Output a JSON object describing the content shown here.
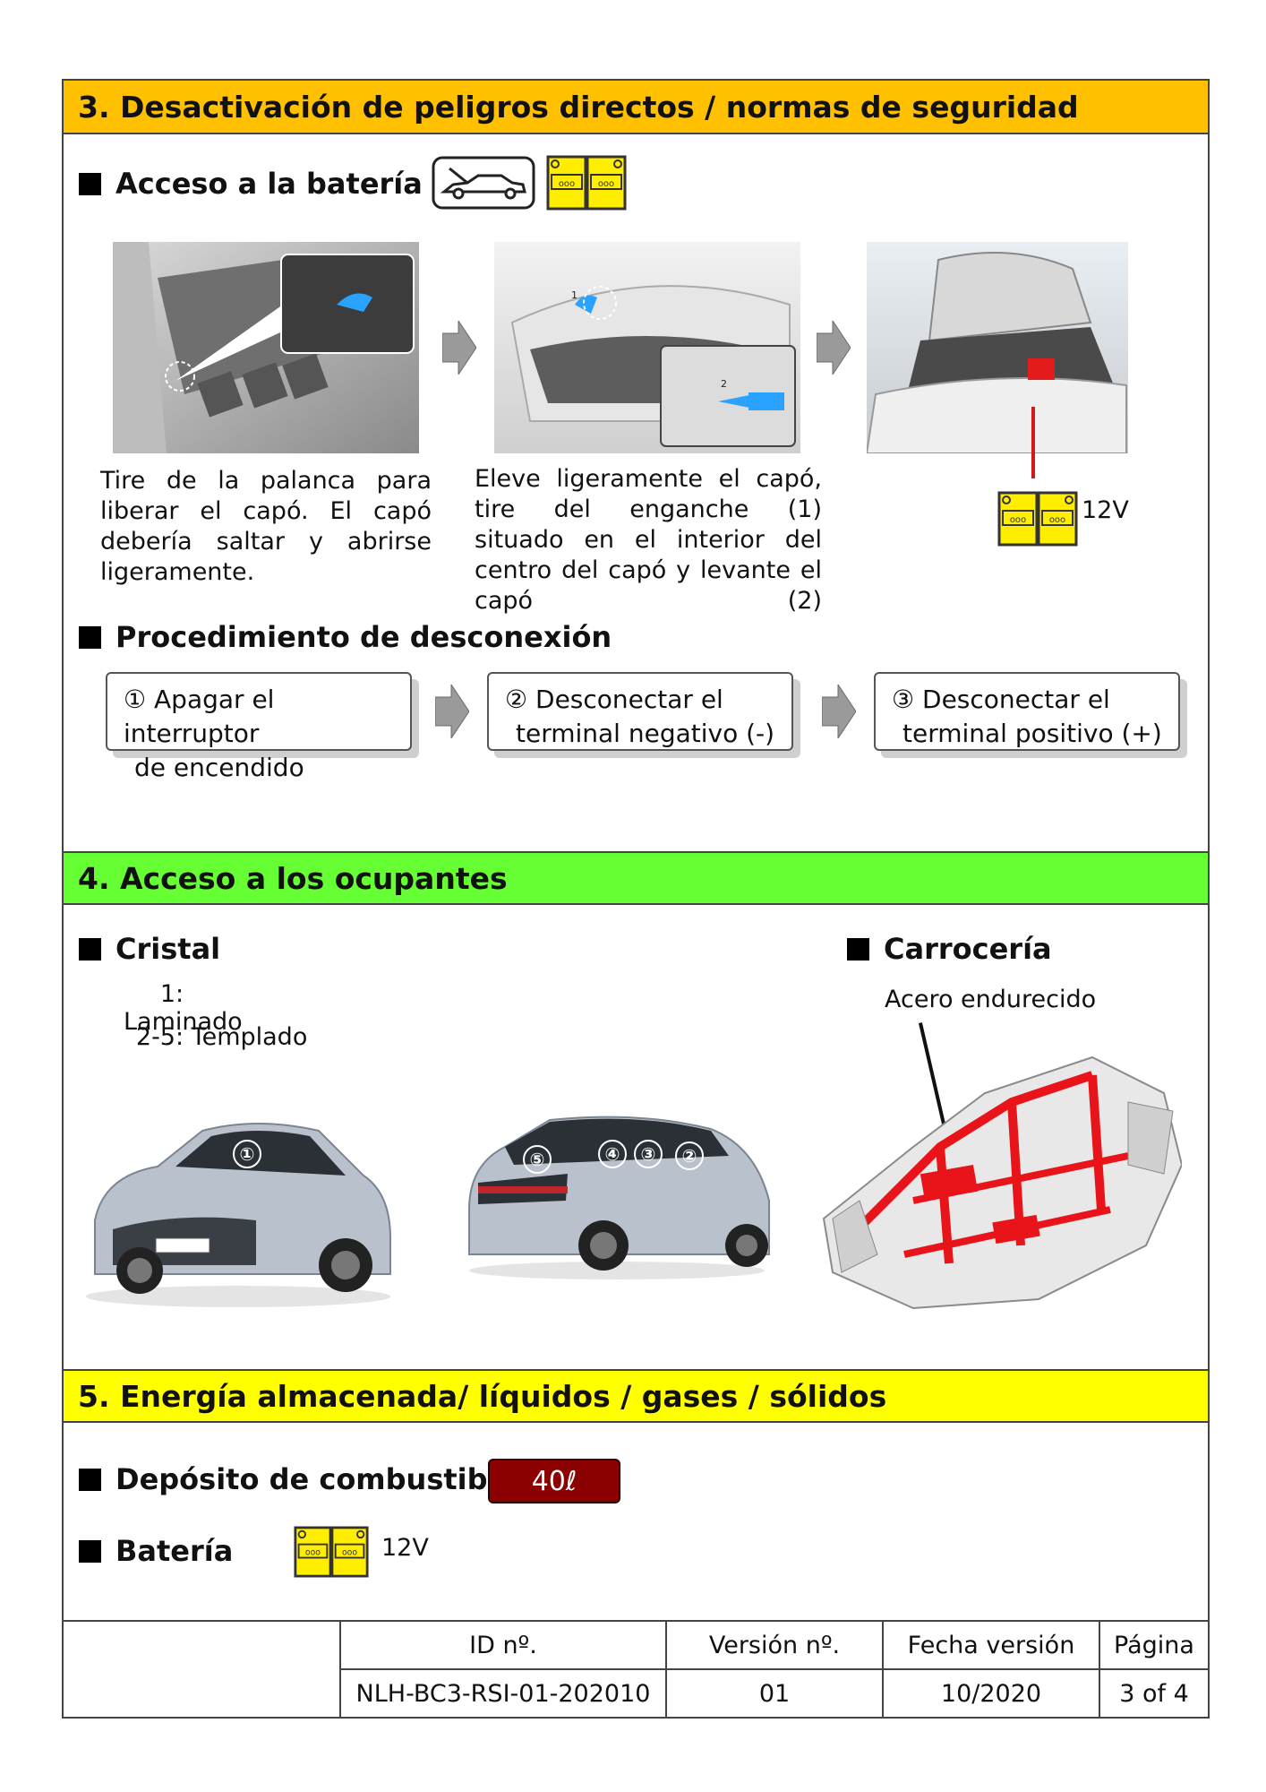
{
  "sections": {
    "s3": {
      "title": "3. Desactivación de peligros directos / normas de seguridad",
      "battery_access": {
        "title": "Acceso a la batería",
        "steps_text": [
          "Tire de la palanca para liberar el capó. El capó debería saltar y abrirse ligeramente.",
          "Eleve ligeramente el capó, tire del enganche (1) situado en el interior del centro del capó y levante el capó (2)"
        ],
        "inset_labels": [
          "1",
          "2"
        ],
        "battery_voltage": "12V"
      },
      "disconnect": {
        "title": "Procedimiento de desconexión",
        "steps": [
          {
            "num": "①",
            "line1": "Apagar el interruptor",
            "line2": "de encendido"
          },
          {
            "num": "②",
            "line1": "Desconectar el",
            "line2": "terminal negativo (-)"
          },
          {
            "num": "③",
            "line1": "Desconectar el",
            "line2": "terminal positivo (+)"
          }
        ]
      }
    },
    "s4": {
      "title": "4. Acceso a los ocupantes",
      "glass": {
        "title": "Cristal",
        "items": [
          {
            "key": "1",
            "value": ": Laminado"
          },
          {
            "key": "2-5",
            "value": ": Templado"
          }
        ],
        "front_markers": [
          "①"
        ],
        "rear_markers": [
          "⑤",
          "④",
          "③",
          "②"
        ]
      },
      "body": {
        "title": "Carrocería",
        "label": "Acero endurecido"
      }
    },
    "s5": {
      "title": "5. Energía almacenada/ líquidos / gases / sólidos",
      "fuel": {
        "title": "Depósito de combustible",
        "value": "40ℓ"
      },
      "battery": {
        "title": "Batería",
        "value": "12V"
      }
    }
  },
  "footer": {
    "headers": [
      "ID nº.",
      "Versión nº.",
      "Fecha versión",
      "Página"
    ],
    "values": [
      "NLH-BC3-RSI-01-202010",
      "01",
      "10/2020",
      "3 of 4"
    ]
  },
  "colors": {
    "section3": "#ffc000",
    "section4": "#66ff33",
    "section5": "#ffff00",
    "battery_icon": "#ffee00",
    "fuel_badge": "#8b0000",
    "structure_highlight": "#e8141a"
  }
}
